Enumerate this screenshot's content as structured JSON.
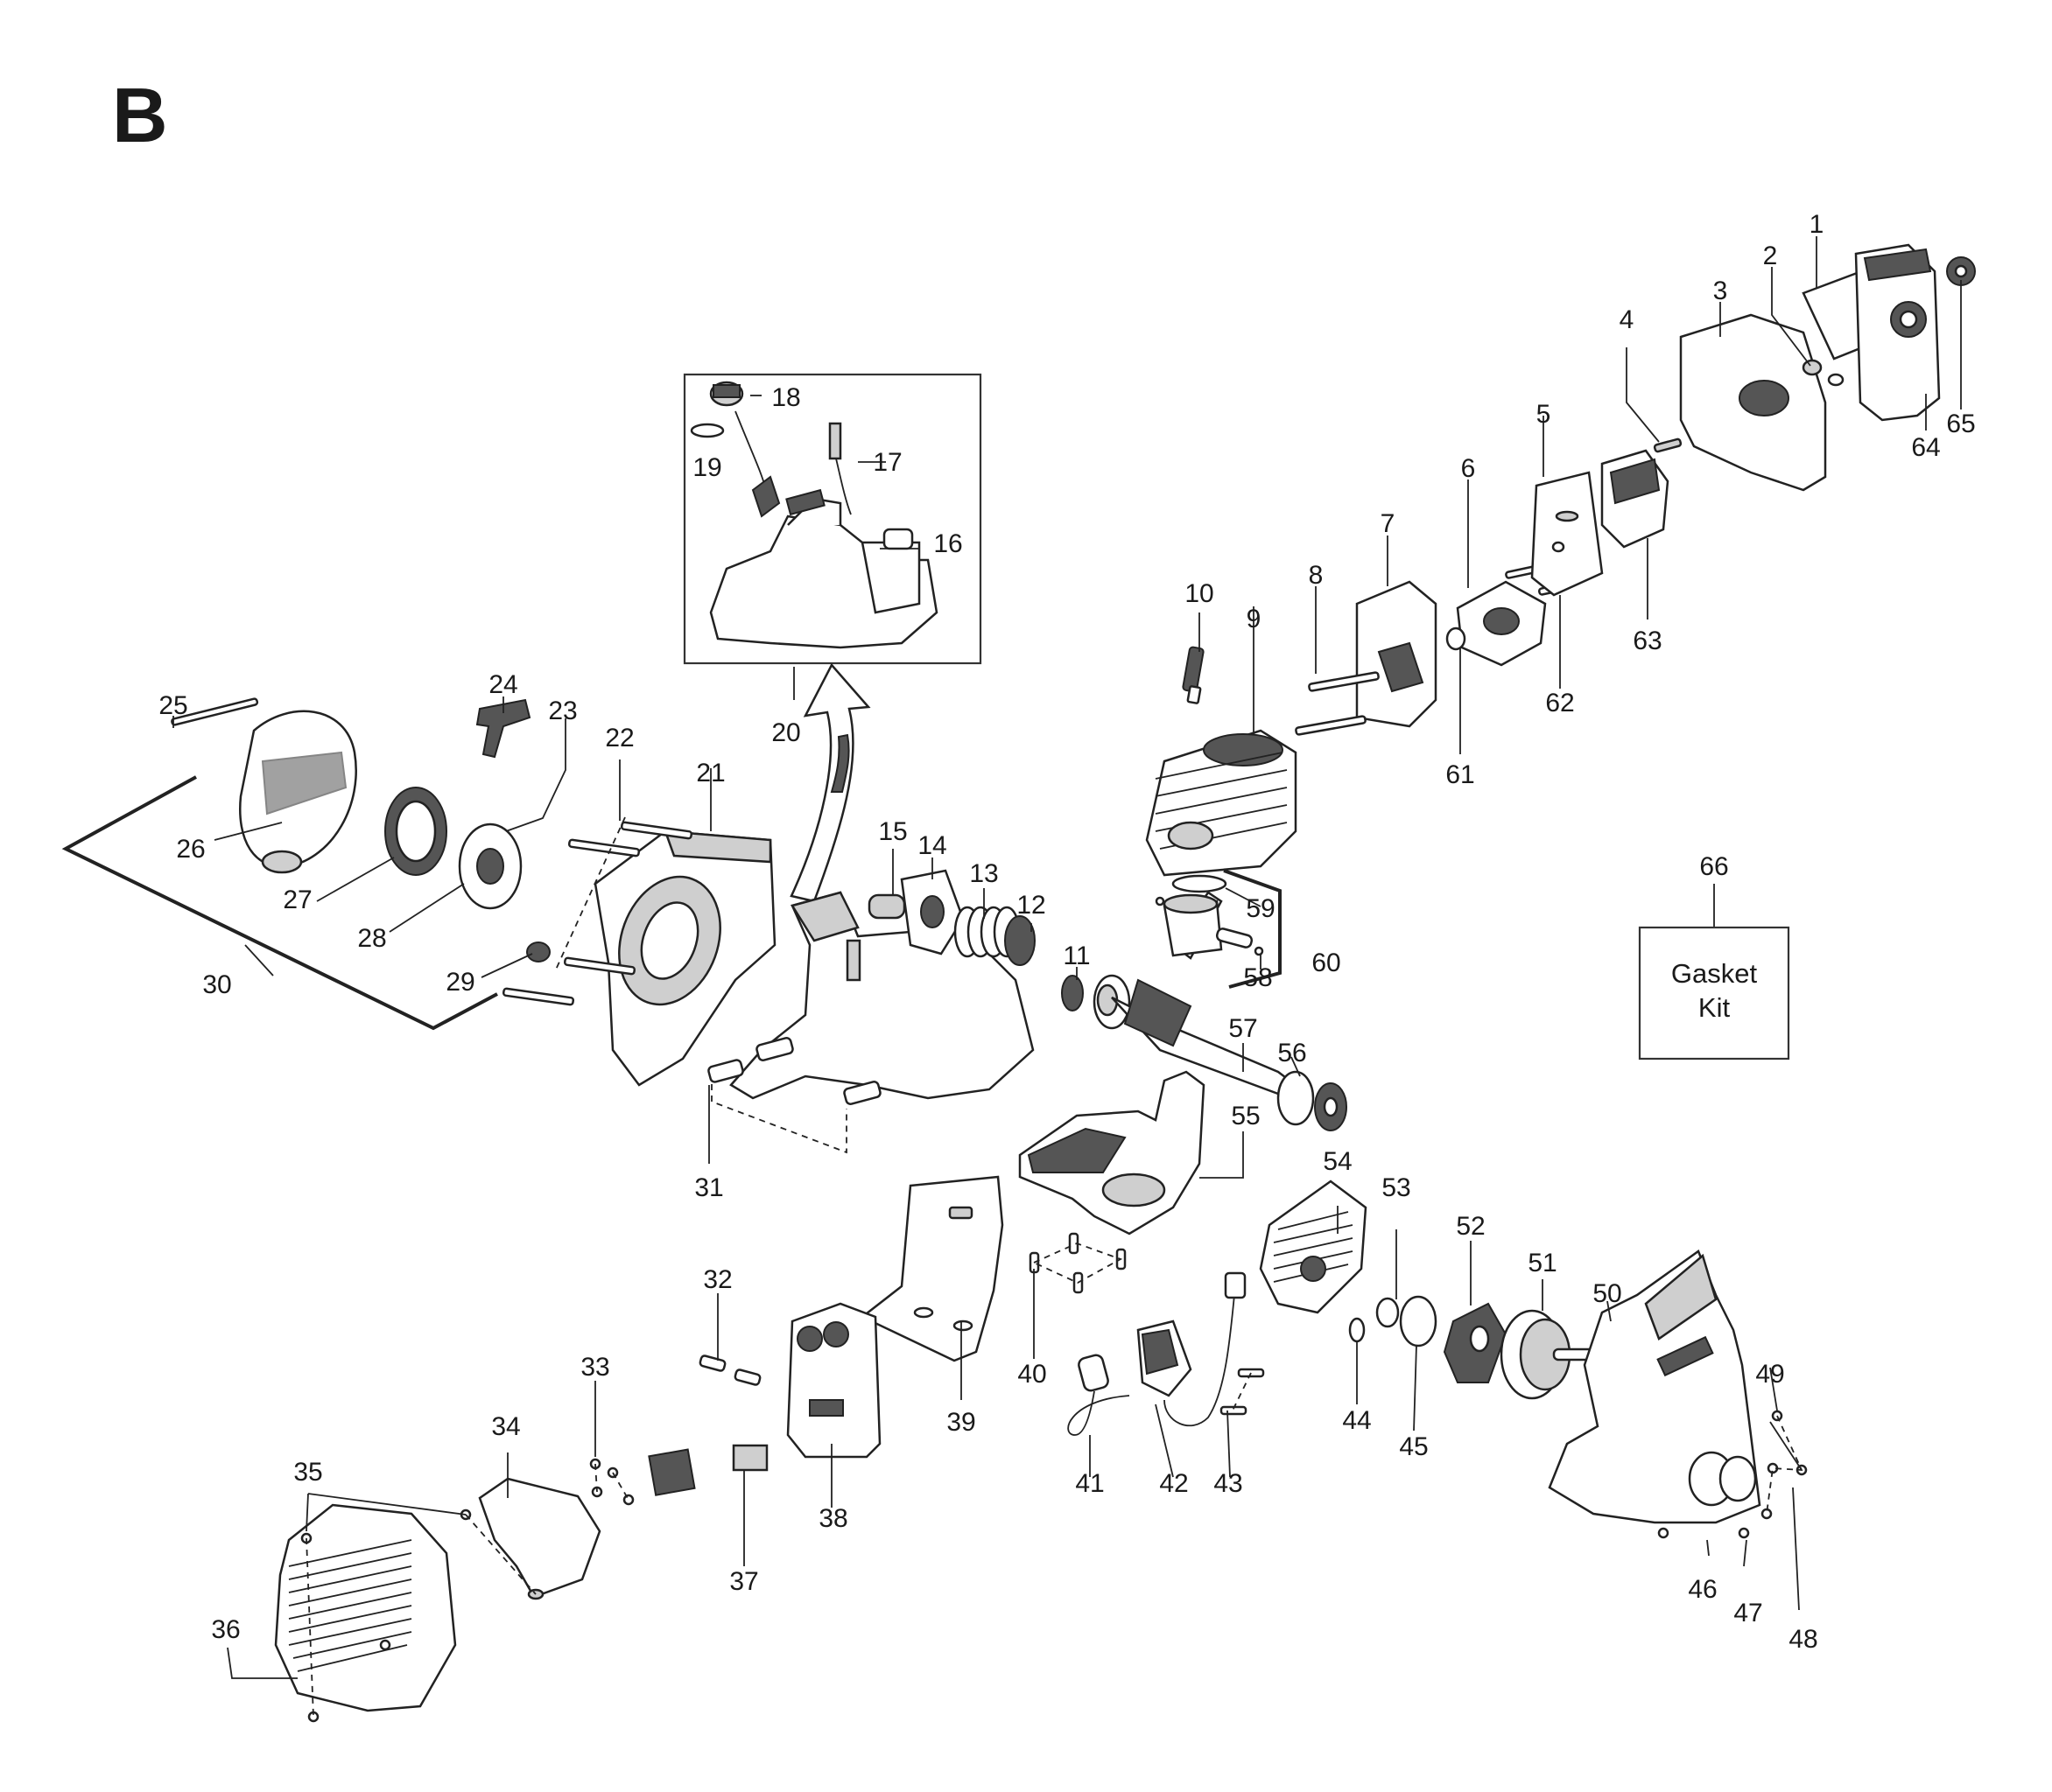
{
  "section_label": "B",
  "gasket_kit": {
    "number": "66",
    "line1": "Gasket",
    "line2": "Kit"
  },
  "callouts": [
    "1",
    "2",
    "3",
    "4",
    "5",
    "6",
    "7",
    "8",
    "9",
    "10",
    "11",
    "12",
    "13",
    "14",
    "15",
    "16",
    "17",
    "18",
    "19",
    "20",
    "21",
    "22",
    "23",
    "24",
    "25",
    "26",
    "27",
    "28",
    "29",
    "30",
    "31",
    "32",
    "33",
    "34",
    "35",
    "36",
    "37",
    "38",
    "39",
    "40",
    "41",
    "42",
    "43",
    "44",
    "45",
    "46",
    "47",
    "48",
    "49",
    "50",
    "51",
    "52",
    "53",
    "54",
    "55",
    "56",
    "57",
    "58",
    "59",
    "60",
    "61",
    "62",
    "63",
    "64",
    "65"
  ],
  "colors": {
    "line": "#222222",
    "text": "#1a1a1a",
    "background": "#ffffff"
  }
}
